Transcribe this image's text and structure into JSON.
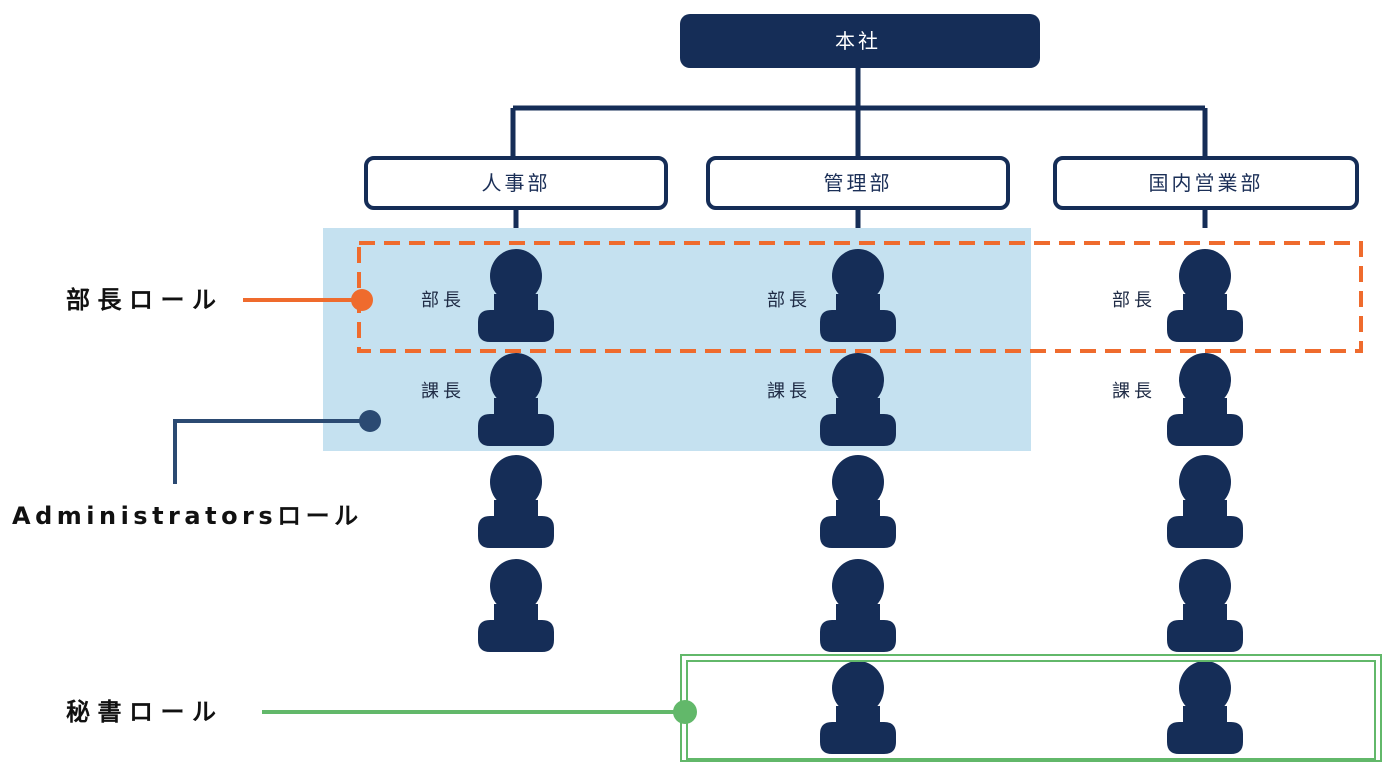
{
  "org": {
    "root": "本社",
    "departments": [
      "人事部",
      "管理部",
      "国内営業部"
    ],
    "position_labels": {
      "bucho": "部長",
      "kacho": "課長"
    }
  },
  "roles": {
    "bucho_role": "部長ロール",
    "admin_role": "Administratorsロール",
    "secretary_role": "秘書ロール"
  },
  "colors": {
    "navy": "#152d57",
    "admin_fill": "#c5e1f0",
    "bucho_orange": "#ef6b2d",
    "secretary_green": "#62b86a",
    "admin_connector": "#2b4a72"
  },
  "icons": {
    "person": "person-icon"
  }
}
